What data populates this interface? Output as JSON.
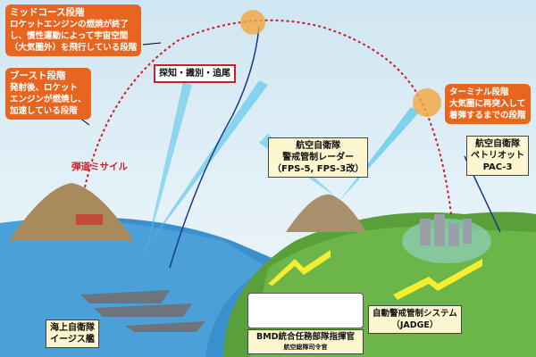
{
  "labels": {
    "midcourse": {
      "title": "ミッドコース段階",
      "lines": [
        "ロケットエンジンの燃焼が終了",
        "し、慣性運動によって宇宙空間",
        "（大気圏外）を飛行している段階"
      ]
    },
    "boost": {
      "title": "ブースト段階",
      "lines": [
        "発射後、ロケット",
        "エンジンが燃焼し、",
        "加速している段階"
      ]
    },
    "terminal": {
      "title": "ターミナル段階",
      "lines": [
        "大気圏に再突入して",
        "着弾するまでの段階"
      ]
    },
    "detect": "探知・識別・追尾",
    "missile": "弾道ミサイル",
    "radar": [
      "航空自衛隊",
      "警戒管制レーダー",
      "（FPS-5, FPS-3改）"
    ],
    "pac3": [
      "航空自衛隊",
      "ペトリオット",
      "PAC-3"
    ],
    "aegis": [
      "海上自衛隊",
      "イージス艦"
    ],
    "bmd": [
      "BMD統合任務部隊指揮官",
      "航空総隊司令官"
    ],
    "jadge": [
      "自動警戒管制システム",
      "（JADGE）"
    ]
  },
  "colors": {
    "orange": "#e8651f",
    "trajectory": "#cc1f2a",
    "beam": "#3fc0e8",
    "land": "#5aa03a",
    "sea": "#3a90cc"
  }
}
